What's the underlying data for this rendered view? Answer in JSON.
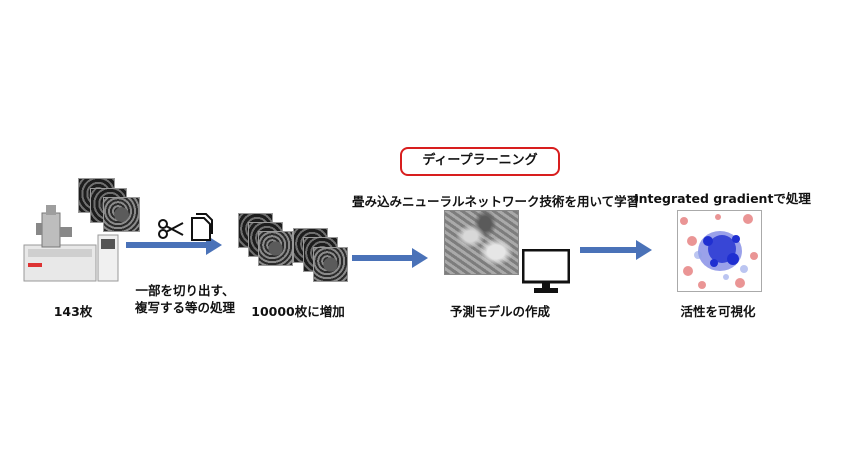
{
  "steps": {
    "count_label": "143枚",
    "process_label_line1": "一部を切り出す、",
    "process_label_line2": "複写する等の処理",
    "augmented_label": "10000枚に増加",
    "model_label": "予測モデルの作成",
    "visualize_label": "活性を可視化"
  },
  "deep_learning": {
    "title": "ディープラーニング",
    "caption": "畳み込みニューラルネットワーク技術を用いて学習"
  },
  "integrated": {
    "caption": "Integrated gradientで処理"
  },
  "colors": {
    "arrow": "#4a72b8",
    "highlight_border": "#d81e1e",
    "heatmap_blue": "#1f2fd1",
    "heatmap_red": "#d94040"
  },
  "icons": [
    "microscope-icon",
    "scissors-icon",
    "copy-icon",
    "monitor-icon"
  ]
}
